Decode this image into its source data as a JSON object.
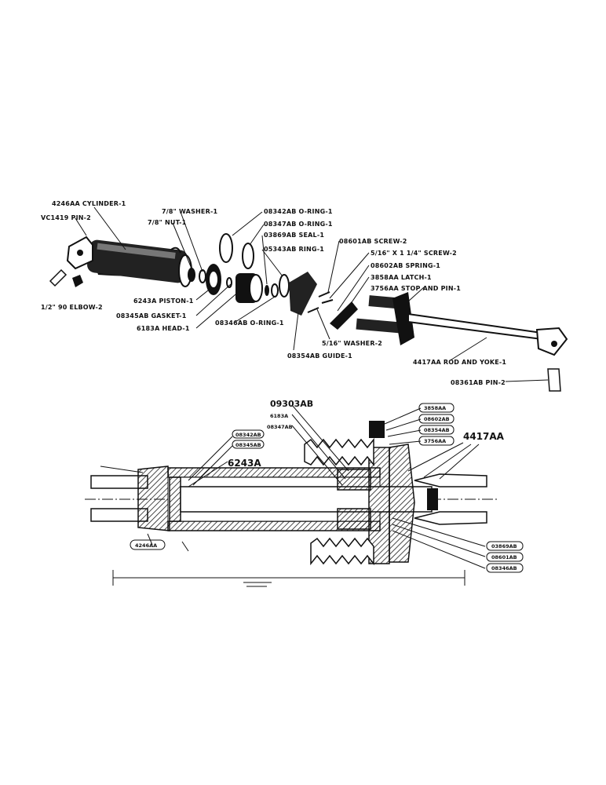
{
  "exploded_labels": {
    "cylinder": "4246AA CYLINDER-1",
    "pin_vc": "VC1419 PIN-2",
    "washer_78": "7/8\" WASHER-1",
    "nut_78": "7/8\" NUT-1",
    "oring_08342": "08342AB O-RING-1",
    "oring_08347": "08347AB O-RING-1",
    "seal_03869": "03869AB SEAL-1",
    "ring_05343": "05343AB RING-1",
    "elbow": "1/2\" 90 ELBOW-2",
    "piston": "6243A PISTON-1",
    "gasket": "08345AB GASKET-1",
    "head": "6183A HEAD-1",
    "oring_08346": "08346AB O-RING-1",
    "screw_08601": "08601AB SCREW-2",
    "screw_516": "5/16\" X 1 1/4\" SCREW-2",
    "spring": "08602AB SPRING-1",
    "latch": "3858AA LATCH-1",
    "stop_pin": "3756AA STOP AND PIN-1",
    "washer_516": "5/16\" WASHER-2",
    "guide": "08354AB GUIDE-1",
    "rod_yoke": "4417AA ROD AND YOKE-1",
    "pin_08361": "08361AB PIN-2"
  },
  "section_labels": {
    "top_part": "09303AB",
    "head_part": "6183A",
    "oring_top": "08347AB",
    "oring_08342": "08342AB",
    "oring_08345": "08345AB",
    "piston_part": "6243A",
    "cyl_part": "4246AA",
    "rod_part": "4417AA",
    "right_tag_1": "3858AA",
    "right_tag_2": "08602AB",
    "right_tag_3": "08354AB",
    "right_tag_4": "3756AA",
    "bottom_tag_1": "03869AB",
    "bottom_tag_2": "08601AB",
    "bottom_tag_3": "08346AB"
  }
}
